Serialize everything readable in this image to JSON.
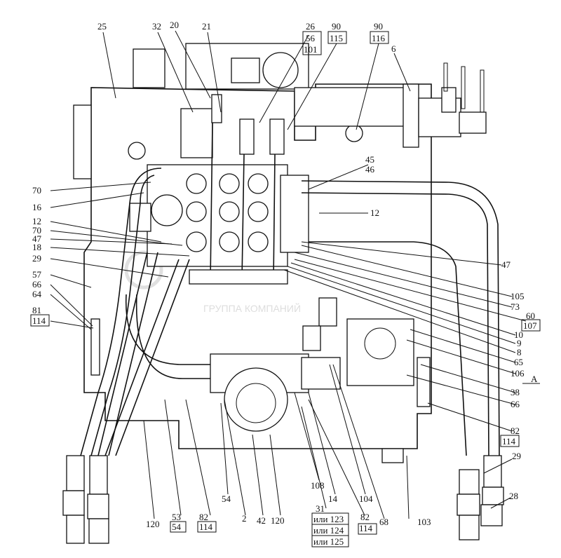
{
  "title": "Hydraulic distributor assembly drawing",
  "watermark": "ГРУППА КОМПАНИЙ",
  "callouts": {
    "top": [
      "25",
      "32",
      "20",
      "21",
      "26",
      "56",
      "101",
      "90",
      "115",
      "90",
      "116",
      "6"
    ],
    "left": [
      "70",
      "16",
      "12",
      "70",
      "47",
      "18",
      "29",
      "57",
      "66",
      "64",
      "81",
      "114"
    ],
    "right": [
      "45",
      "46",
      "12",
      "47",
      "105",
      "73",
      "60",
      "107",
      "10",
      "9",
      "8",
      "65",
      "106",
      "A",
      "38",
      "66",
      "82",
      "114",
      "29",
      "28"
    ],
    "bottom": [
      "120",
      "53",
      "54",
      "82",
      "114",
      "54",
      "2",
      "42",
      "120",
      "31",
      "или 123",
      "или 124",
      "или 125",
      "108",
      "14",
      "82",
      "114",
      "104",
      "68",
      "103"
    ]
  }
}
